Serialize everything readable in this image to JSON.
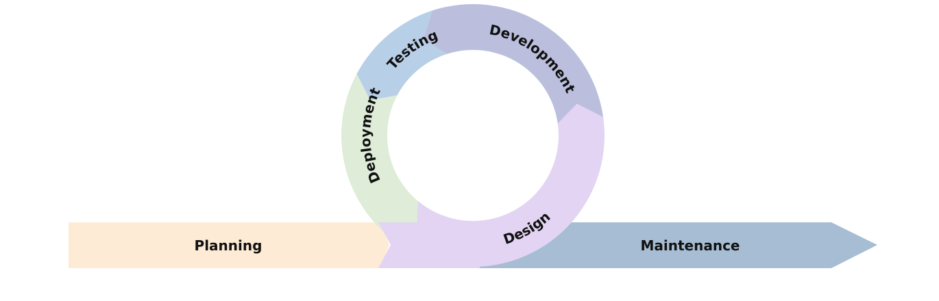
{
  "stages": {
    "planning": {
      "label": "Planning",
      "color": "#fdebd6"
    },
    "maintenance": {
      "label": "Maintenance",
      "color": "#a7bdd4"
    },
    "design": {
      "label": "Design",
      "color": "#e2d4f2"
    },
    "development": {
      "label": "Development",
      "color": "#bbbfdd"
    },
    "testing": {
      "label": "Testing",
      "color": "#b8cfe8"
    },
    "deployment": {
      "label": "Deployment",
      "color": "#deecd8"
    }
  }
}
